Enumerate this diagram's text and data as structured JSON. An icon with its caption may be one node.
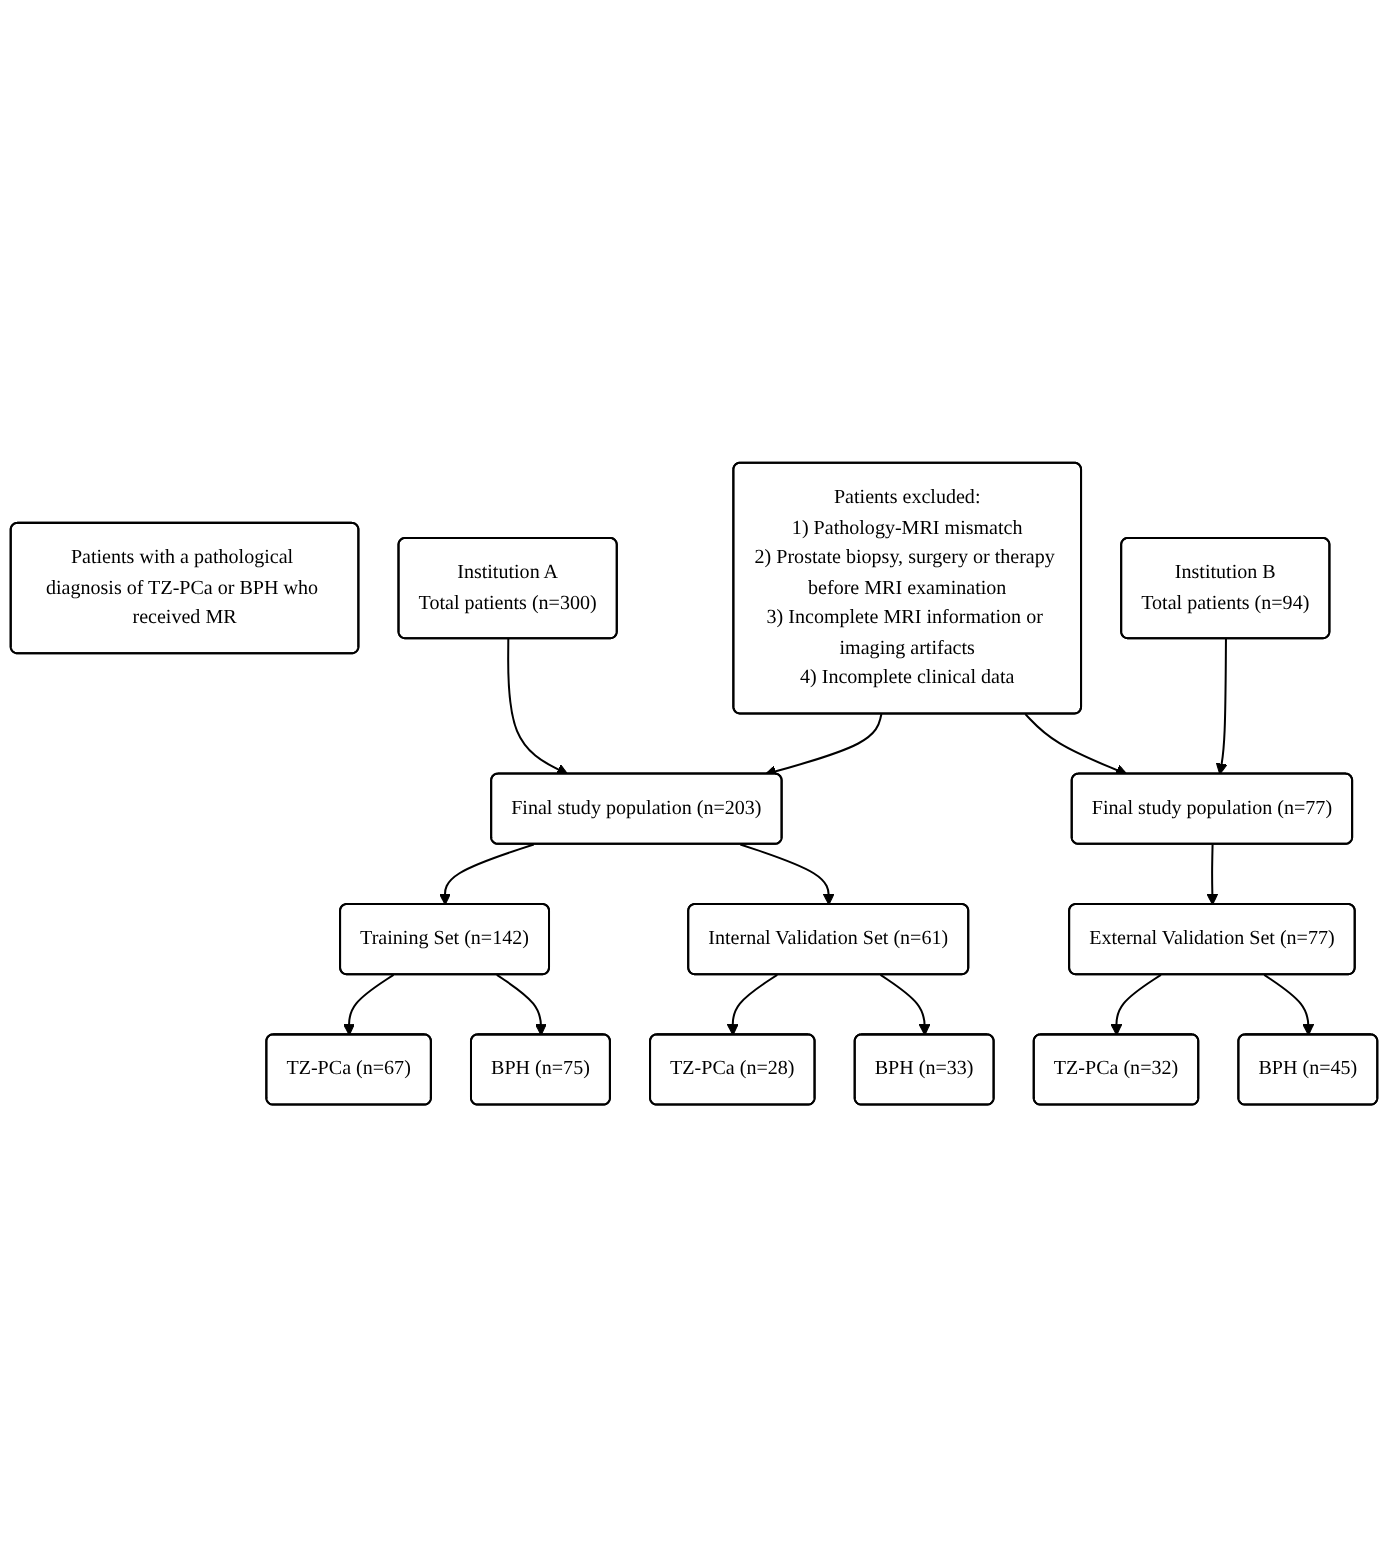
{
  "diagram": {
    "nodes": [
      {
        "text": [
          "Patients with a pathological diagnosis of TZ-PCa or BPH who received MR"
        ]
      },
      {
        "text": [
          "Institution A",
          "Total patients (n=300)"
        ]
      },
      {
        "text": [
          "Institution B",
          "Total patients (n=94)"
        ]
      },
      {
        "text": [
          "Patients excluded:",
          "1) Pathology-MRI mismatch",
          "2) Prostate biopsy, surgery or therapy before MRI examination",
          "3) Incomplete MRI information or imaging artifacts",
          "4) Incomplete clinical data"
        ]
      },
      {
        "text": [
          "Final study population (n=203)"
        ]
      },
      {
        "text": [
          "Final study population (n=77)"
        ]
      },
      {
        "text": [
          "Training Set (n=142)"
        ]
      },
      {
        "text": [
          "Internal Validation Set (n=61)"
        ]
      },
      {
        "text": [
          "External Validation Set (n=77)"
        ]
      },
      {
        "text": [
          "TZ-PCa (n=67)"
        ]
      },
      {
        "text": [
          "BPH (n=75)"
        ]
      },
      {
        "text": [
          "TZ-PCa (n=28)"
        ]
      },
      {
        "text": [
          "BPH (n=33)"
        ]
      },
      {
        "text": [
          "TZ-PCa (n=32)"
        ]
      },
      {
        "text": [
          "BPH (n=45)"
        ]
      }
    ],
    "edges": [
      {
        "from": 1,
        "to": 4,
        "arrow": "to"
      },
      {
        "from": 3,
        "to": 4,
        "arrow": "to"
      },
      {
        "from": 3,
        "to": 5,
        "arrow": "to"
      },
      {
        "from": 2,
        "to": 5,
        "arrow": "to"
      },
      {
        "from": 4,
        "to": 6,
        "arrow": "to"
      },
      {
        "from": 4,
        "to": 7,
        "arrow": "to"
      },
      {
        "from": 5,
        "to": 8,
        "arrow": "to"
      },
      {
        "from": 6,
        "to": 9,
        "arrow": "to"
      },
      {
        "from": 6,
        "to": 10,
        "arrow": "to"
      },
      {
        "from": 7,
        "to": 11,
        "arrow": "to"
      },
      {
        "from": 7,
        "to": 12,
        "arrow": "to"
      },
      {
        "from": 8,
        "to": 13,
        "arrow": "to"
      },
      {
        "from": 8,
        "to": 14,
        "arrow": "to"
      }
    ]
  }
}
